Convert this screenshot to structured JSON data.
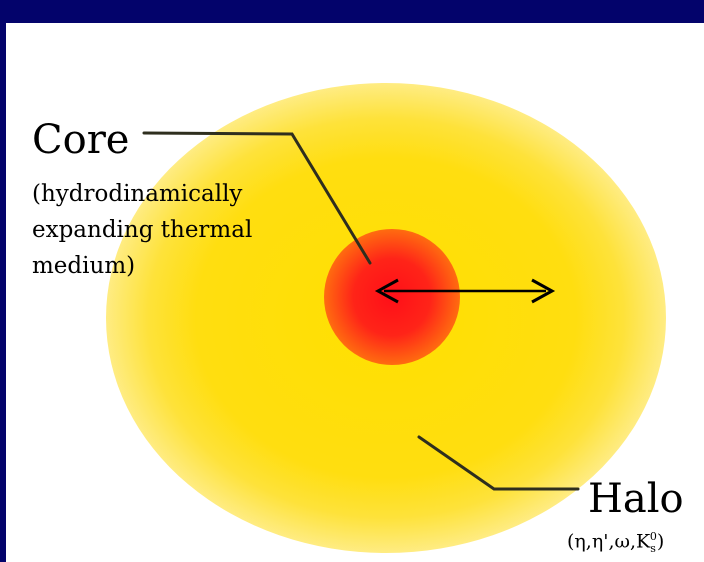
{
  "core": {
    "title": "Core",
    "description_lines": [
      "(hydrodinamically",
      "expanding thermal",
      "medium)"
    ]
  },
  "halo": {
    "title": "Halo",
    "particles": "(η,η',ω,K",
    "particle_sub": "s",
    "particle_sup": "0",
    "particles_close": ")"
  },
  "colors": {
    "frame": "#03036b",
    "halo": "#ffe000",
    "core": "#ff1a1a",
    "pointer": "#2e2e1e",
    "arrow": "#000000"
  }
}
